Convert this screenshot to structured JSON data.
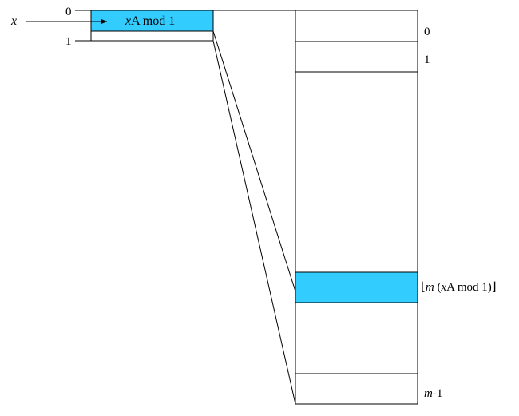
{
  "colors": {
    "highlight": "#33ccff",
    "stroke": "#000000",
    "background": "#ffffff"
  },
  "input": {
    "x_label": "x",
    "zero_label": "0",
    "one_label": "1",
    "fraction_var": "x",
    "fraction_rest": "A mod 1"
  },
  "table": {
    "row_labels": {
      "first": "0",
      "second": "1",
      "last_var": "m",
      "last_rest": "-1"
    },
    "index_label": {
      "left_floor": "⌊",
      "var_m": "m",
      "open": " (",
      "var_x": "x",
      "rest": "A mod 1)",
      "right_floor": "⌋"
    }
  }
}
